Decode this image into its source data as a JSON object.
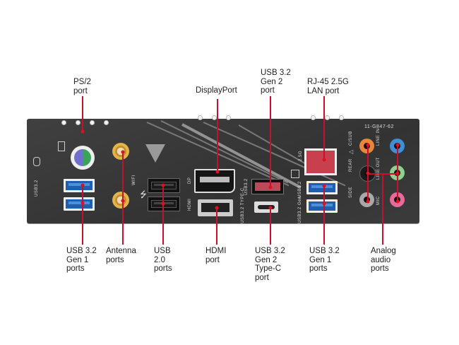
{
  "panel": {
    "model_code": "11-G847-62",
    "background_color": "#3a3a3a",
    "accent_line_color": "#c8102e",
    "silkscreen": {
      "usb32_left": "USB3.2",
      "wifi": "WIFI",
      "dp": "DP",
      "hdmi": "HDMI",
      "usb32_typec_top": "USB3.2",
      "usb32_typec_bottom": "USB3.2 TYPE-C",
      "lan": "2.5G",
      "usb32_right_top": "USB3.2",
      "usb32_right_bottom": "USB3.2 Gen",
      "c_sub": "C/SUB",
      "rear": "REAR",
      "side": "SIDE",
      "line_in": "LINE IN",
      "line_out": "LINE OUT",
      "mic": "MIC"
    },
    "icons": [
      "keyboard-icon",
      "mouse-icon",
      "usb-icon",
      "network-icon",
      "speaker-icon"
    ]
  },
  "top_labels": [
    {
      "id": "ps2",
      "text": "PS/2\nport"
    },
    {
      "id": "displayport",
      "text": "DisplayPort"
    },
    {
      "id": "usb32-gen2",
      "text": "USB 3.2\nGen 2\nport"
    },
    {
      "id": "rj45",
      "text": "RJ-45 2.5G\nLAN port"
    }
  ],
  "bottom_labels": [
    {
      "id": "usb32-gen1-left",
      "text": "USB 3.2\nGen 1\nports"
    },
    {
      "id": "antenna",
      "text": "Antenna\nports"
    },
    {
      "id": "usb20",
      "text": "USB\n2.0\nports"
    },
    {
      "id": "hdmi",
      "text": "HDMI\nport"
    },
    {
      "id": "usb32-gen2-typec",
      "text": "USB 3.2\nGen 2\nType-C\nport"
    },
    {
      "id": "usb32-gen1-right",
      "text": "USB 3.2\nGen 1\nports"
    },
    {
      "id": "analog-audio",
      "text": "Analog\naudio\nports"
    }
  ],
  "audio_jack_colors": {
    "c_sub": "#e8873a",
    "line_in": "#3d8fd6",
    "rear": "#1a1a1a",
    "line_out": "#8fcf8f",
    "side": "#a8a8a8",
    "mic": "#e86a9a"
  }
}
